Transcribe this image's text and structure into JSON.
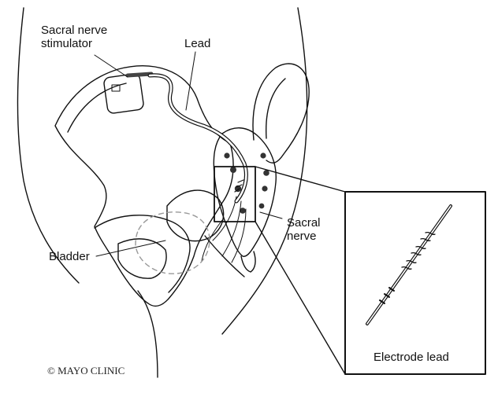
{
  "labels": {
    "stimulator_line1": "Sacral nerve",
    "stimulator_line2": "stimulator",
    "lead": "Lead",
    "sacral_line1": "Sacral",
    "sacral_line2": "nerve",
    "bladder": "Bladder",
    "electrode": "Electrode lead"
  },
  "copyright": "© MAYO CLINIC",
  "colors": {
    "ink": "#111111",
    "dash": "#999999",
    "shade": "#444444"
  }
}
